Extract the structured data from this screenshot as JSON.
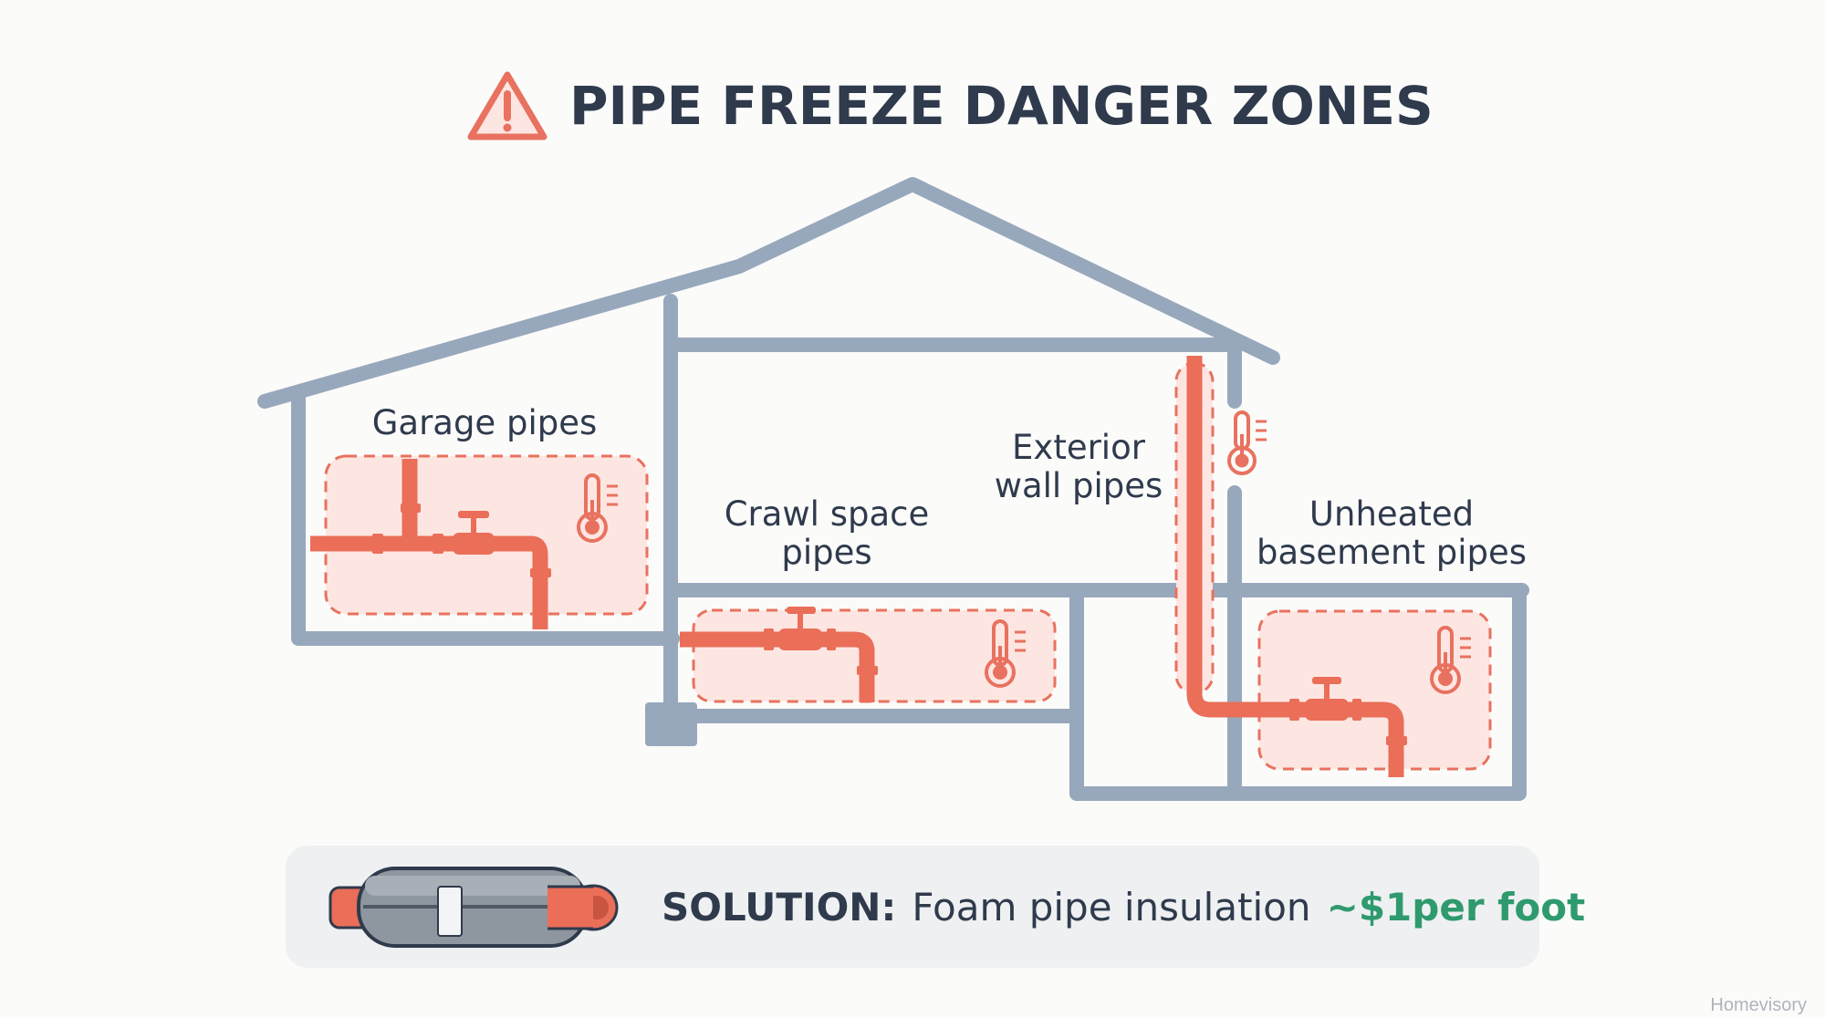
{
  "title": "PIPE FREEZE DANGER ZONES",
  "zones": {
    "garage": "Garage pipes",
    "crawl_line1": "Crawl space",
    "crawl_line2": "pipes",
    "exterior_line1": "Exterior",
    "exterior_line2": "wall pipes",
    "basement_line1": "Unheated",
    "basement_line2": "basement pipes"
  },
  "solution": {
    "heading": "SOLUTION:",
    "text": "Foam pipe insulation",
    "price": "~$1per foot"
  },
  "brand": "Homevisory",
  "colors": {
    "danger": "#e8725f",
    "pipe": "#ea6e58",
    "zone_fill": "#fde6e2",
    "wall": "#98a8bc",
    "text": "#2f3a4c",
    "price": "#2f9a6e",
    "panel": "#eef0f2"
  },
  "icons": [
    "warning-triangle-icon",
    "thermometer-icon",
    "valve-icon",
    "foam-insulation-icon"
  ]
}
